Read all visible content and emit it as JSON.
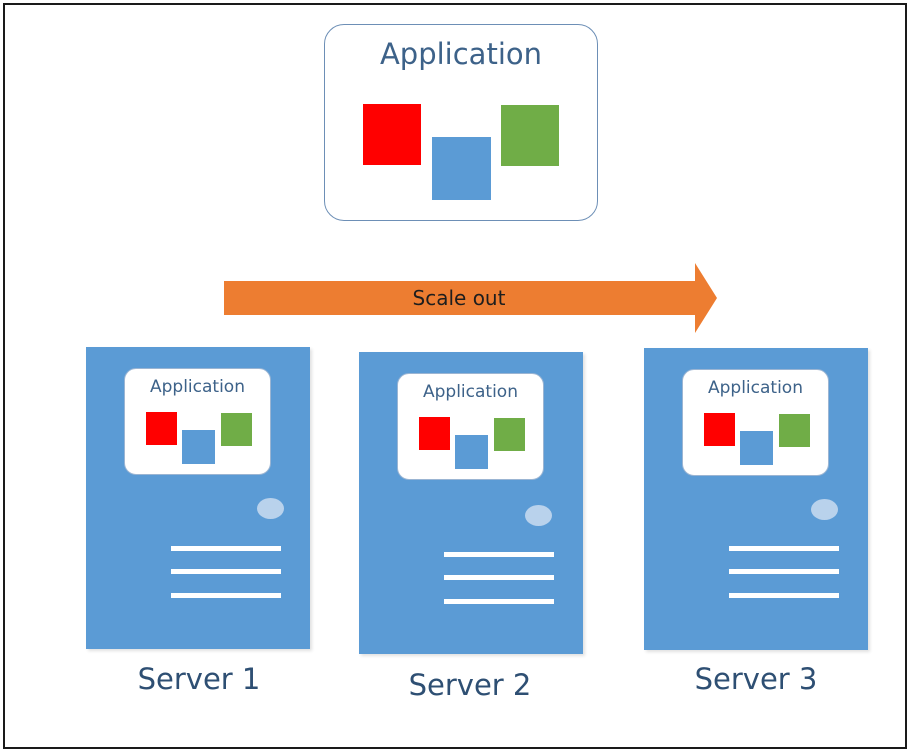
{
  "top_app": {
    "title": "Application",
    "icons": [
      "red-block",
      "blue-block",
      "green-block"
    ]
  },
  "arrow": {
    "label": "Scale out",
    "color": "#ed7d31"
  },
  "servers": [
    {
      "label": "Server 1",
      "app_title": "Application"
    },
    {
      "label": "Server 2",
      "app_title": "Application"
    },
    {
      "label": "Server 3",
      "app_title": "Application"
    }
  ],
  "colors": {
    "server": "#5b9bd5",
    "block_red": "#ff0000",
    "block_blue": "#5b9bd5",
    "block_green": "#70ad47",
    "text": "#3d6289"
  }
}
